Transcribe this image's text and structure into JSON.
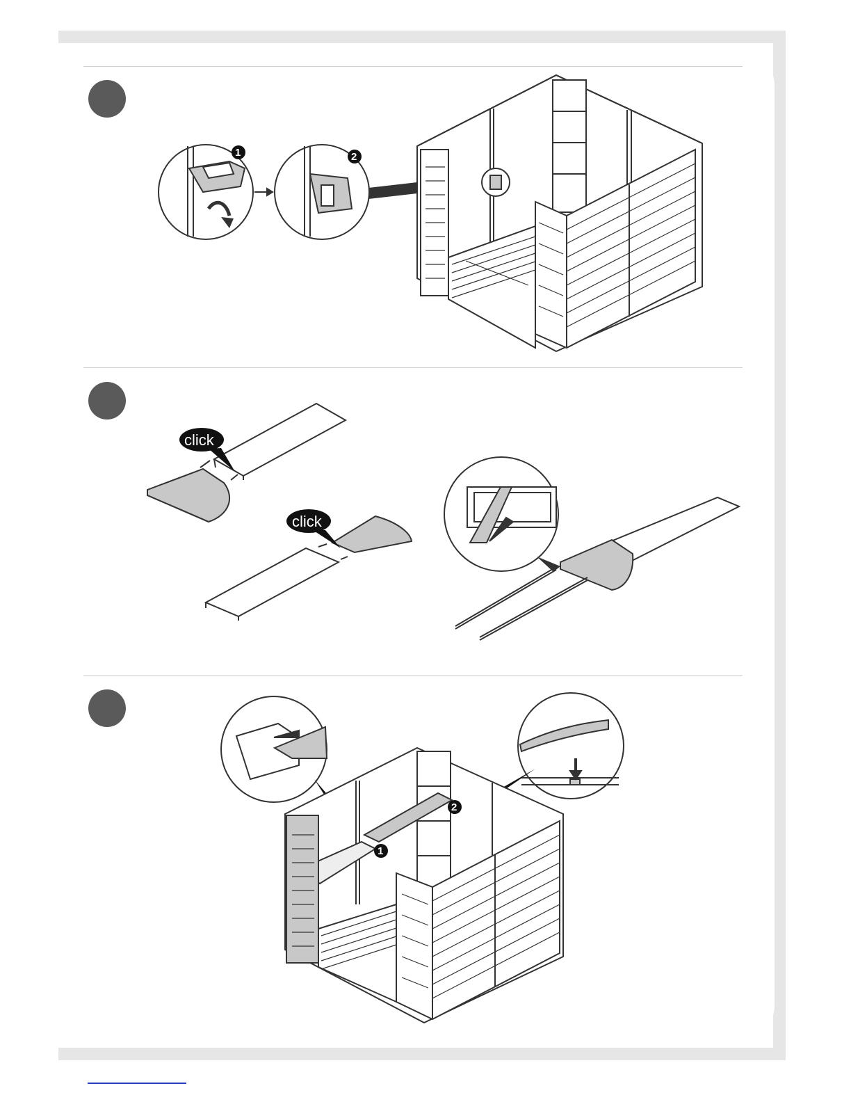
{
  "steps": [
    {
      "id": "step-1",
      "badges": [
        "1",
        "2"
      ]
    },
    {
      "id": "step-2",
      "callouts": [
        "click",
        "click"
      ]
    },
    {
      "id": "step-3",
      "badges": [
        "1",
        "2"
      ]
    }
  ],
  "colors": {
    "frame": "#e6e6e6",
    "badge": "#5a5a5a",
    "line": "#333333",
    "shade": "#c8c8c8",
    "footer_link": "#2a3fc0"
  }
}
